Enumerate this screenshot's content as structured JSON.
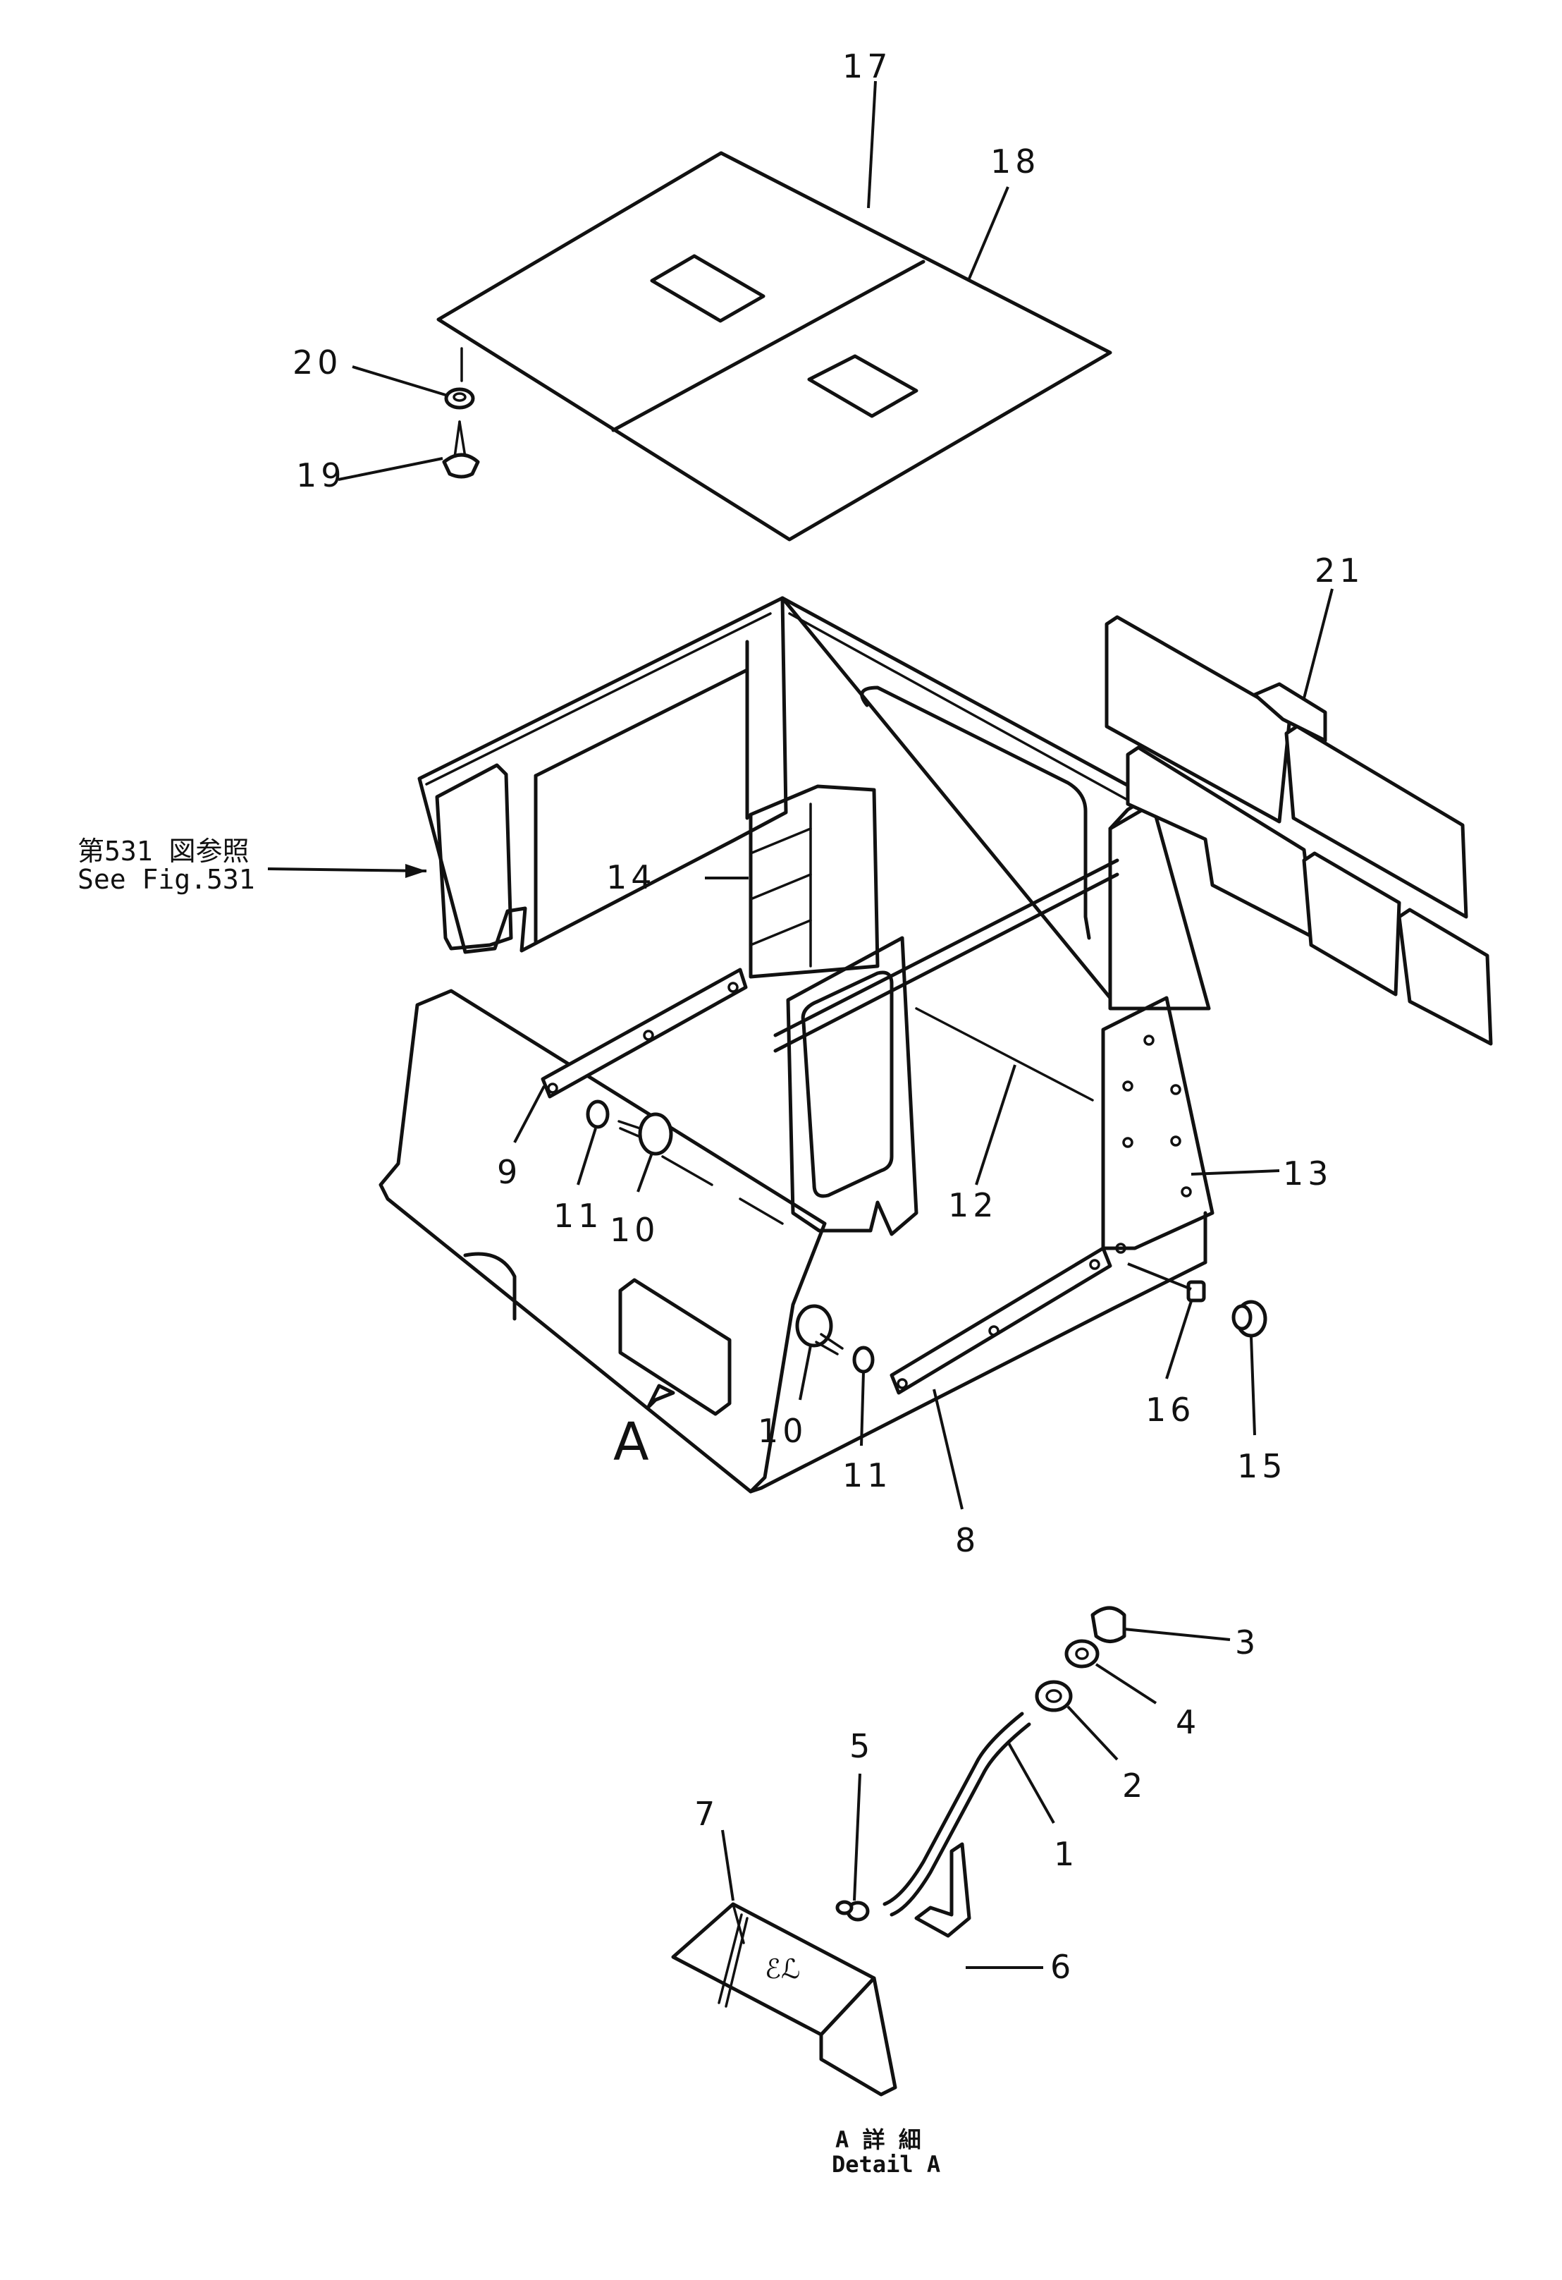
{
  "callouts": {
    "c1": "1",
    "c2": "2",
    "c3": "3",
    "c4": "4",
    "c5": "5",
    "c6": "6",
    "c7": "7",
    "c8": "8",
    "c9": "9",
    "c10a": "10",
    "c10b": "10",
    "c11a": "11",
    "c11b": "11",
    "c12": "12",
    "c13": "13",
    "c14": "14",
    "c15": "15",
    "c16": "16",
    "c17": "17",
    "c18": "18",
    "c19": "19",
    "c20": "20",
    "c21": "21"
  },
  "reference_note": {
    "jp": "第531 図参照",
    "en": "See  Fig.531"
  },
  "view_marker": "A",
  "detail_caption": {
    "jp": "A  詳  細",
    "en": "Detail  A"
  }
}
